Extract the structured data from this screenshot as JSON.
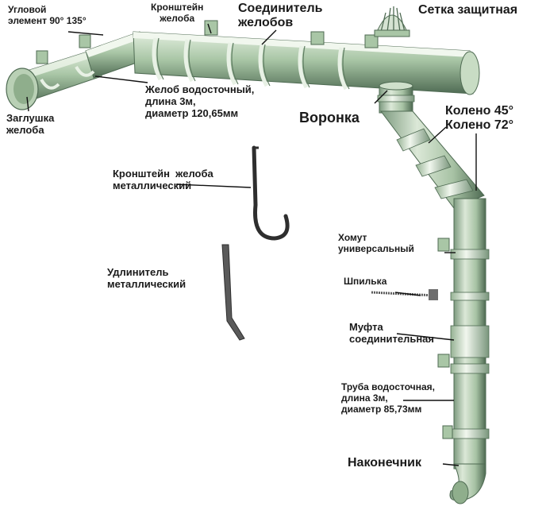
{
  "colors": {
    "pvc_light": "#d6e6d2",
    "pvc_mid": "#a9c6a6",
    "pvc_dark": "#5f7d62",
    "pvc_shadow": "#3d5540",
    "metal": "#3a3a3a",
    "leader": "#111111",
    "text": "#1a1a1a"
  },
  "labels": {
    "corner_element": "Угловой\nэлемент 90° 135°",
    "gutter_bracket_top": "Кронштейн\nжелоба",
    "gutter_connector": "Соединитель\nжелобов",
    "protective_mesh": "Сетка защитная",
    "gutter_drain": "Желоб водосточный,\nдлина 3м,\nдиаметр 120,65мм",
    "gutter_cap": "Заглушка\nжелоба",
    "funnel": "Воронка",
    "elbow": "Колено 45°\nКолено 72°",
    "metal_bracket": "Кронштейн  желоба\nметаллический",
    "metal_extender": "Удлинитель\nметаллический",
    "universal_clamp": "Хомут\nуниверсальный",
    "pin": "Шпилька",
    "coupling": "Муфта\nсоединительная",
    "downpipe": "Труба водосточная,\nдлина 3м,\nдиаметр 85,73мм",
    "tip": "Наконечник"
  }
}
